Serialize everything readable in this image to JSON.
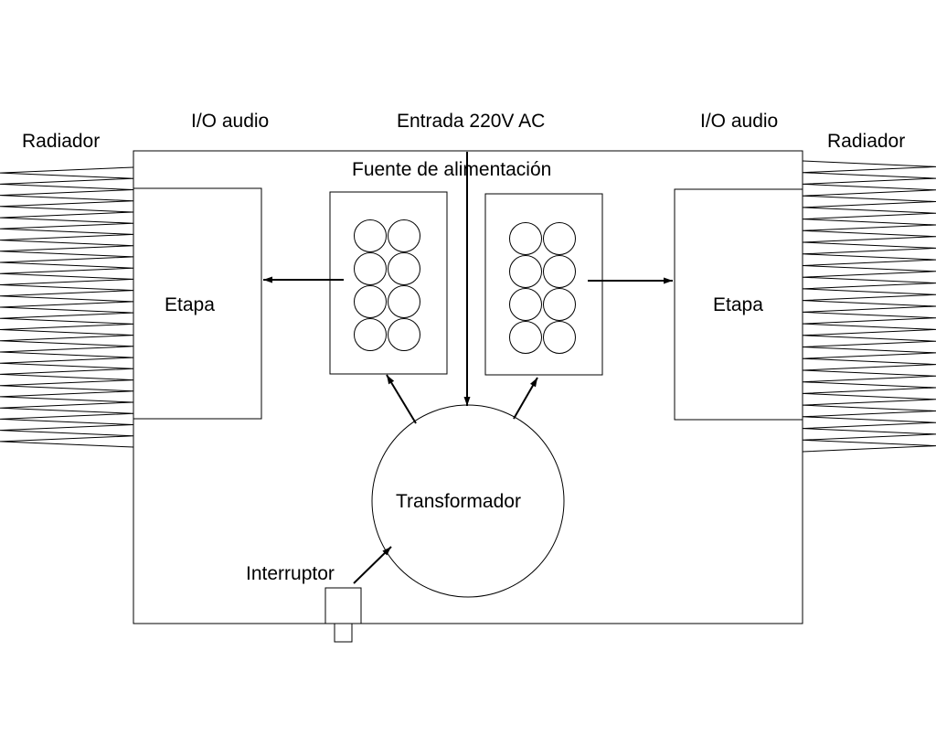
{
  "labels": {
    "radiator_left": "Radiador",
    "radiator_right": "Radiador",
    "io_left": "I/O audio",
    "io_right": "I/O audio",
    "mains_input": "Entrada 220V AC",
    "power_supply": "Fuente de alimentación",
    "stage_left": "Etapa",
    "stage_right": "Etapa",
    "transformer": "Transformador",
    "switch": "Interruptor"
  },
  "components": {
    "capacitor_banks": [
      {
        "name": "left",
        "rows": 4,
        "cols": 2
      },
      {
        "name": "right",
        "rows": 4,
        "cols": 2
      }
    ],
    "heatsink_fins_per_side": 25
  }
}
